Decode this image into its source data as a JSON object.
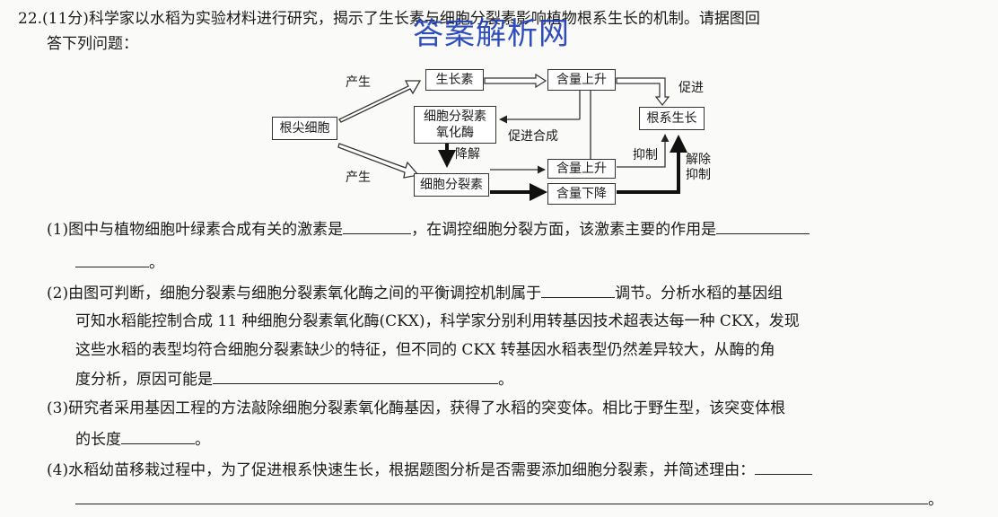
{
  "watermark": "答案解析网",
  "question": {
    "number_points": "22.(11分)",
    "stem_line1": "科学家以水稻为实验材料进行研究，揭示了生长素与细胞分裂素影响植物根系生长的机制。请据图回",
    "stem_line2": "答下列问题："
  },
  "diagram": {
    "root_tip_cells": "根尖细胞",
    "auxin": "生长素",
    "auxin_level": "含量上升",
    "ckx_line1": "细胞分裂素",
    "ckx_line2": "氧化酶",
    "cytokinin": "细胞分裂素",
    "cytokinin_up": "含量上升",
    "cytokinin_down": "含量下降",
    "root_growth": "根系生长",
    "produce_top": "产生",
    "produce_bottom": "产生",
    "promote_synthesis": "促进合成",
    "degrade": "降解",
    "promote": "促进",
    "inhibit": "抑制",
    "relieve_line1": "解除",
    "relieve_line2": "抑制"
  },
  "q1": {
    "a": "(1)图中与植物细胞叶绿素合成有关的激素是",
    "b": "，在调控细胞分裂方面，该激素主要的作用是",
    "c": "。"
  },
  "q2": {
    "a": "(2)由图可判断，细胞分裂素与细胞分裂素氧化酶之间的平衡调控机制属于",
    "b": "调节。分析水稻的基因组",
    "line2": "可知水稻能控制合成 11 种细胞分裂素氧化酶(CKX)，科学家分别利用转基因技术超表达每一种 CKX，发现",
    "line3": "这些水稻的表型均符合细胞分裂素缺少的特征，但不同的 CKX 转基因水稻表型仍然差异较大，从酶的角",
    "line4a": "度分析，原因可能是",
    "line4b": "。"
  },
  "q3": {
    "line1": "(3)研究者采用基因工程的方法敲除细胞分裂素氧化酶基因，获得了水稻的突变体。相比于野生型，该突变体根",
    "line2a": "的长度",
    "line2b": "。"
  },
  "q4": {
    "line1": "(4)水稻幼苗移栽过程中，为了促进根系快速生长，根据题图分析是否需要添加细胞分裂素，并简述理由：",
    "line2_end": "。"
  }
}
